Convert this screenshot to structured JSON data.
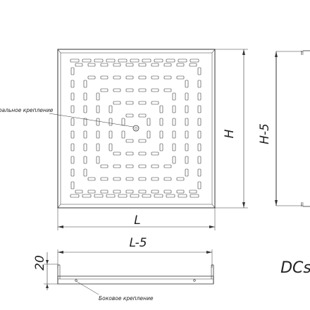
{
  "drawing": {
    "dim_L": "L",
    "dim_L5": "L-5",
    "dim_H": "H",
    "dim_H5": "H-5",
    "dim_20": "20",
    "note_central": "Центральное крепление",
    "note_side": "Боковое крепление",
    "product_code": "DCs"
  }
}
